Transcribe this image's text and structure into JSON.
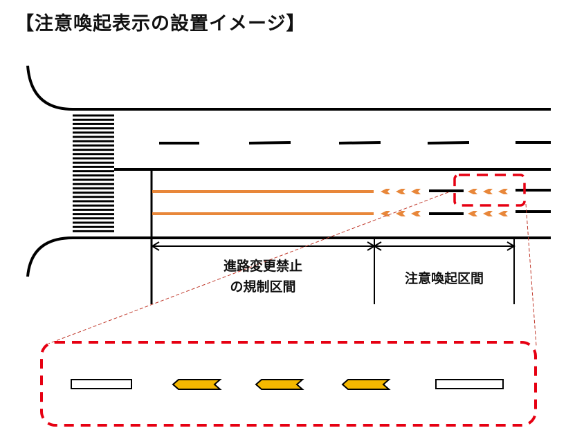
{
  "title": "【注意喚起表示の設置イメージ】",
  "labels": {
    "restriction_line1": "進路変更禁止",
    "restriction_line2": "の規制区間",
    "caution": "注意喚起区間"
  },
  "colors": {
    "road_line": "#000000",
    "orange_line": "#e8873a",
    "callout_red": "#e60012",
    "chevron_fill": "#f5b800"
  }
}
